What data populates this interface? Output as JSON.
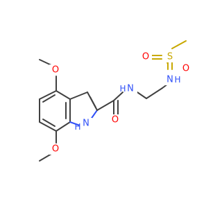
{
  "molecule": {
    "atoms": {
      "o_methoxy_top": "O",
      "o_methoxy_bottom": "O",
      "o_carbonyl": "O",
      "n_indole": "N",
      "h_indole": "H",
      "n_amide": "N",
      "h_amide": "H",
      "n_sulfonamide": "N",
      "h_sulfonamide": "H",
      "s_sulfonyl": "S",
      "o_sulfonyl_left": "O",
      "o_sulfonyl_right": "O"
    },
    "colors": {
      "carbon_bond": "#404040",
      "oxygen": "#ff0000",
      "nitrogen": "#3050f8",
      "sulfur": "#c8a800"
    }
  }
}
